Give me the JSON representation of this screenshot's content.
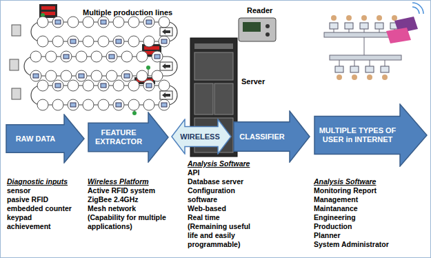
{
  "diagram": {
    "nodes": [
      {
        "text": [
          "RAW DATA"
        ]
      },
      {
        "text": [
          "FEATURE EXTRACTOR"
        ]
      },
      {
        "text": [
          "WIRELESS"
        ]
      },
      {
        "text": [
          "CLASSIFIER"
        ]
      },
      {
        "text": [
          "MULTIPLE TYPES OF USER in INTERNET"
        ]
      }
    ],
    "labels": [
      "Multiple production lines",
      "Reader",
      "Server",
      "Diagnostic inputs",
      "sensor",
      "pasive RFID",
      "embedded counter",
      "keypad",
      "achievement",
      "Wireless Platform",
      "Active RFID system",
      "ZigBee 2.4GHz",
      "Mesh network",
      "(Capability for multiple applications)",
      "Analysis Software",
      "API",
      "Database server",
      "Configuration software",
      "Web-based",
      "Real time (Remaining useful life and easily programmable)",
      "Analysis Software",
      "Monitoring Report",
      "Management",
      "Maintanance",
      "Engineering",
      "Production",
      "Planner",
      "System Administrator"
    ]
  }
}
